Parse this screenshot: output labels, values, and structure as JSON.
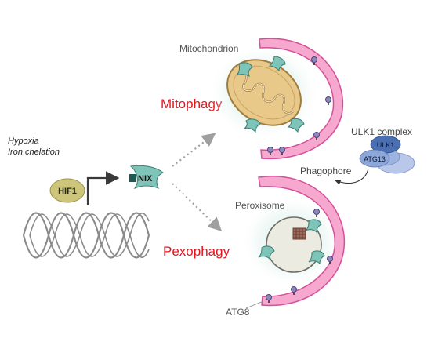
{
  "labels": {
    "condition_1": "Hypoxia",
    "condition_2": "Iron chelation",
    "transcription_factor": "HIF1",
    "receptor": "NIX",
    "mitochondrion": "Mitochondrion",
    "mitophagy": "Mitophagy",
    "peroxisome": "Peroxisome",
    "pexophagy": "Pexophagy",
    "ulk1_complex": "ULK1 complex",
    "ulk1": "ULK1",
    "atg13": "ATG13",
    "phagophore": "Phagophore",
    "atg8": "ATG8"
  },
  "colors": {
    "process_label": "#e8141c",
    "membrane_fill": "#f6a8cf",
    "membrane_stroke": "#d4509a",
    "mito_fill": "#e9c98a",
    "mito_stroke": "#a07c3e",
    "receptor_fill": "#7fc4b8",
    "receptor_box": "#1d5a56",
    "hif1_fill": "#cdc57a",
    "atg8_fill": "#8e88bd",
    "ulk1_fill": "#4a6fb3",
    "atg13_fill": "#8da8d8",
    "complex_light": "#b9c8ea",
    "dna_stroke": "#8a8a8a",
    "arrow_dotted": "#a0a0a0",
    "peroxisome_fill": "#ecebe2"
  }
}
